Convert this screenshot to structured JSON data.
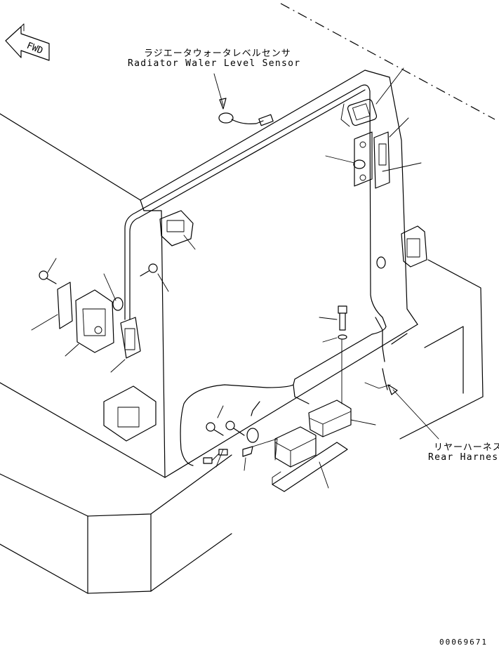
{
  "direction_label": "FWD",
  "labels": {
    "radiator_sensor_jp": "ラジエータウォータレベルセンサ",
    "radiator_sensor_en": "Radiator Waler Level Sensor",
    "rear_harness_jp": "リヤーハーネス",
    "rear_harness_en": "Rear Harness"
  },
  "figure_number": "00069671"
}
